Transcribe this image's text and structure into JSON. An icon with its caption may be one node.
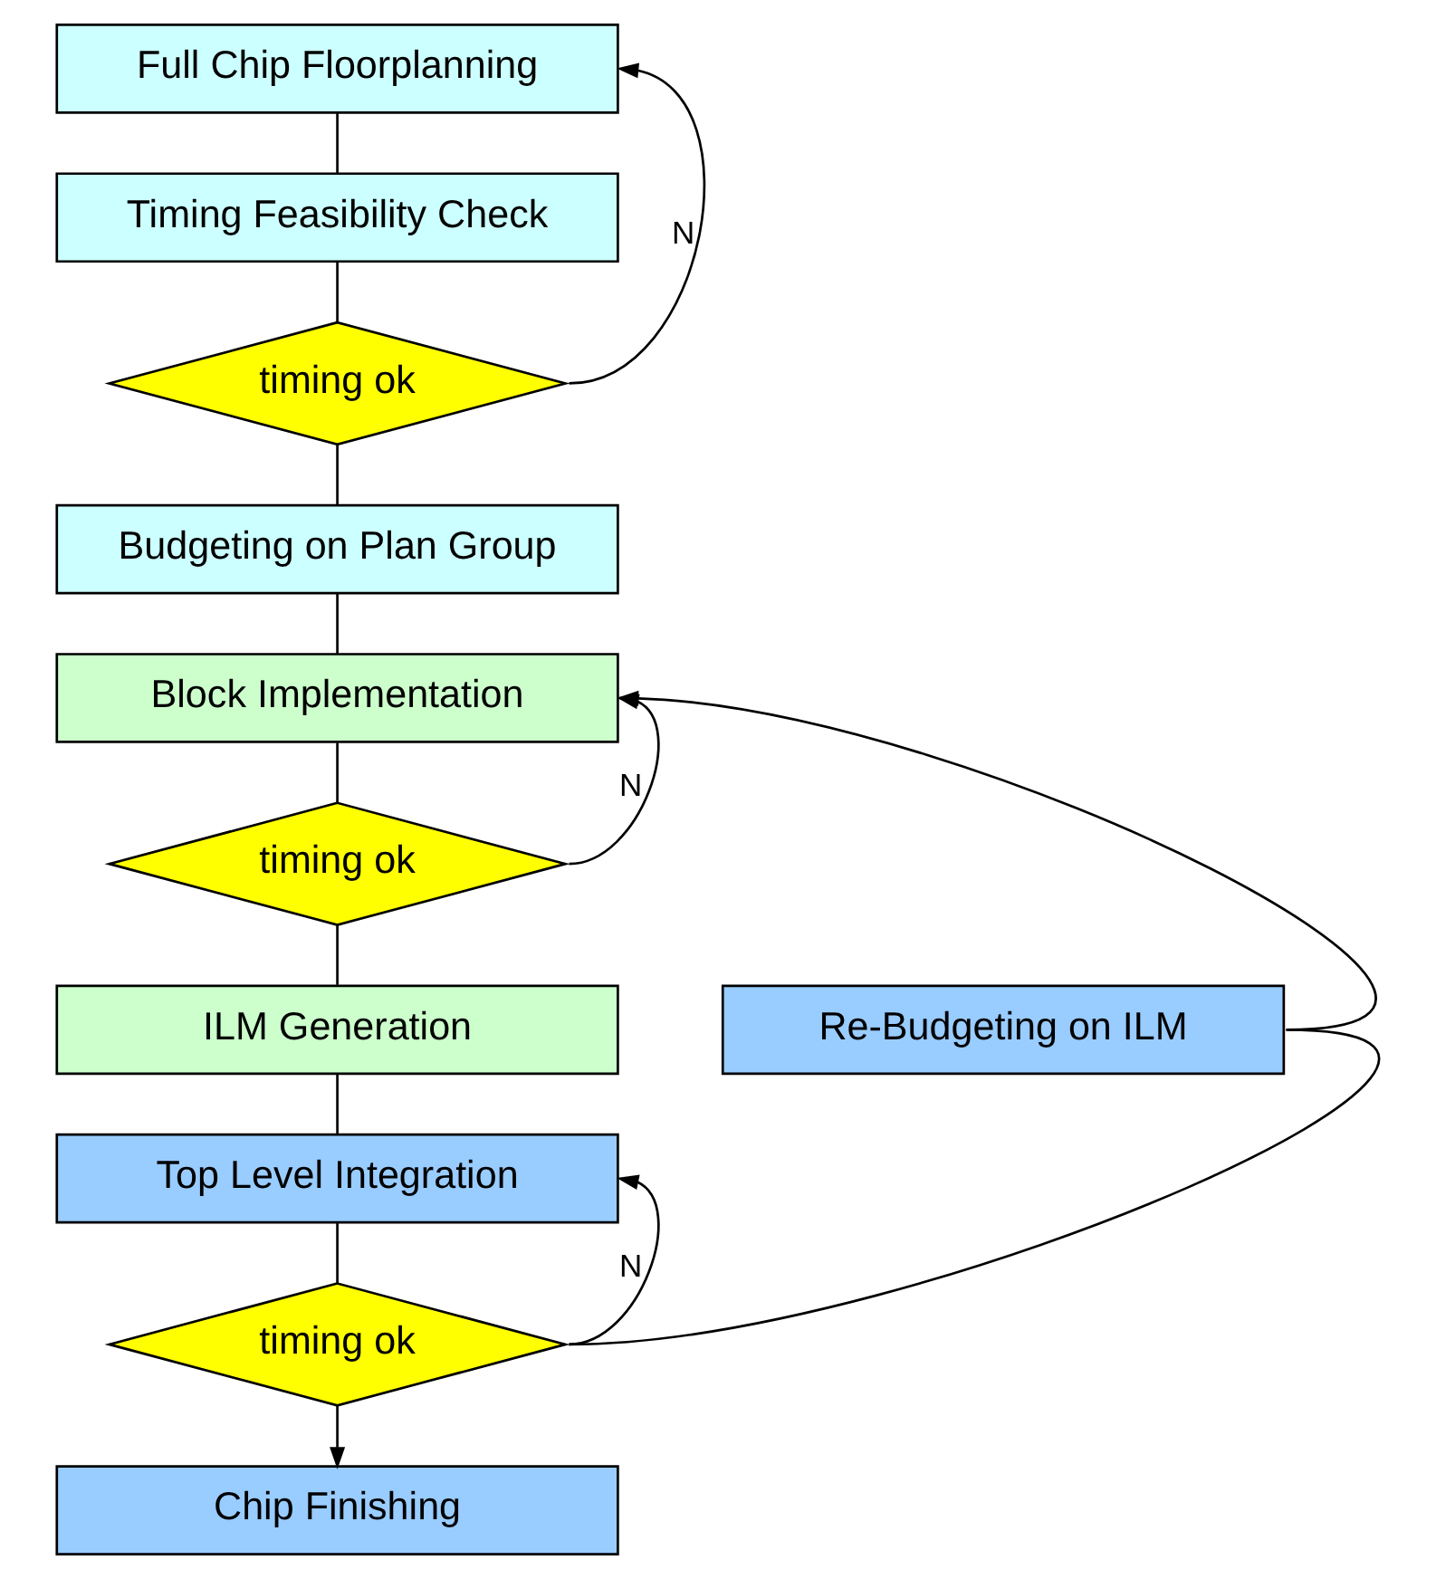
{
  "diagram": {
    "nodes": [
      {
        "text": [
          "Full Chip Floorplanning"
        ]
      },
      {
        "text": [
          "Timing Feasibility Check"
        ]
      },
      {
        "text": [
          "timing ok"
        ]
      },
      {
        "text": [
          "Budgeting on Plan Group"
        ]
      },
      {
        "text": [
          "Block Implementation"
        ]
      },
      {
        "text": [
          "timing ok"
        ]
      },
      {
        "text": [
          "ILM Generation"
        ]
      },
      {
        "text": [
          "Re-Budgeting on ILM"
        ]
      },
      {
        "text": [
          "Top Level Integration"
        ]
      },
      {
        "text": [
          "timing ok"
        ]
      },
      {
        "text": [
          "Chip Finishing"
        ]
      }
    ],
    "edges": [
      {
        "from": 0,
        "to": 1,
        "arrow": "none"
      },
      {
        "from": 1,
        "to": 2,
        "arrow": "none"
      },
      {
        "from": 2,
        "to": 0,
        "arrow": "to",
        "label": "N"
      },
      {
        "from": 2,
        "to": 3,
        "arrow": "none"
      },
      {
        "from": 3,
        "to": 4,
        "arrow": "none"
      },
      {
        "from": 4,
        "to": 5,
        "arrow": "none"
      },
      {
        "from": 5,
        "to": 4,
        "arrow": "to",
        "label": "N"
      },
      {
        "from": 5,
        "to": 6,
        "arrow": "none"
      },
      {
        "from": 7,
        "to": 4,
        "arrow": "to"
      },
      {
        "from": 6,
        "to": 8,
        "arrow": "none"
      },
      {
        "from": 8,
        "to": 9,
        "arrow": "none"
      },
      {
        "from": 9,
        "to": 8,
        "arrow": "to",
        "label": "N"
      },
      {
        "from": 9,
        "to": 7,
        "arrow": "none"
      },
      {
        "from": 9,
        "to": 10,
        "arrow": "to"
      }
    ]
  }
}
